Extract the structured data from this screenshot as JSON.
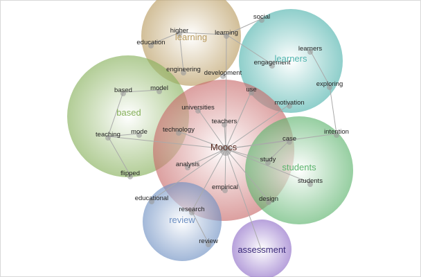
{
  "clusters": [
    {
      "id": "learning",
      "label": "learning",
      "color": "#b89a5e"
    },
    {
      "id": "learners",
      "label": "learners",
      "color": "#4fb3ad"
    },
    {
      "id": "based",
      "label": "based",
      "color": "#86b05a"
    },
    {
      "id": "moocs",
      "label": "Moocs",
      "color": "#c86a6a"
    },
    {
      "id": "students",
      "label": "students",
      "color": "#5bb36c"
    },
    {
      "id": "review",
      "label": "review",
      "color": "#6d8fc2"
    },
    {
      "id": "assessment",
      "label": "assessment",
      "color": "#8e6cc7"
    }
  ],
  "terms": [
    "higher",
    "education",
    "learning",
    "social",
    "engineering",
    "development",
    "engagement",
    "learners",
    "exploring",
    "intention",
    "use",
    "motivation",
    "universities",
    "teachers",
    "technology",
    "model",
    "based",
    "mode",
    "teaching",
    "flipped",
    "case",
    "study",
    "students",
    "analysis",
    "empirical",
    "design",
    "educational",
    "research",
    "review"
  ],
  "edges": [
    [
      "Moocs",
      "universities"
    ],
    [
      "Moocs",
      "teachers"
    ],
    [
      "Moocs",
      "use"
    ],
    [
      "Moocs",
      "motivation"
    ],
    [
      "Moocs",
      "case"
    ],
    [
      "Moocs",
      "study"
    ],
    [
      "Moocs",
      "students"
    ],
    [
      "Moocs",
      "design"
    ],
    [
      "Moocs",
      "assessment"
    ],
    [
      "Moocs",
      "empirical"
    ],
    [
      "Moocs",
      "research"
    ],
    [
      "Moocs",
      "educational"
    ],
    [
      "Moocs",
      "analysis"
    ],
    [
      "Moocs",
      "technology"
    ],
    [
      "Moocs",
      "teaching"
    ],
    [
      "Moocs",
      "learning"
    ],
    [
      "Moocs",
      "intention"
    ],
    [
      "higher",
      "learning"
    ],
    [
      "higher",
      "education"
    ],
    [
      "higher",
      "engineering"
    ],
    [
      "learning",
      "social"
    ],
    [
      "learning",
      "engagement"
    ],
    [
      "learners",
      "exploring"
    ],
    [
      "exploring",
      "intention"
    ],
    [
      "based",
      "model"
    ],
    [
      "teaching",
      "mode"
    ],
    [
      "teaching",
      "flipped"
    ],
    [
      "teaching",
      "based"
    ],
    [
      "case",
      "study"
    ],
    [
      "research",
      "review"
    ]
  ]
}
